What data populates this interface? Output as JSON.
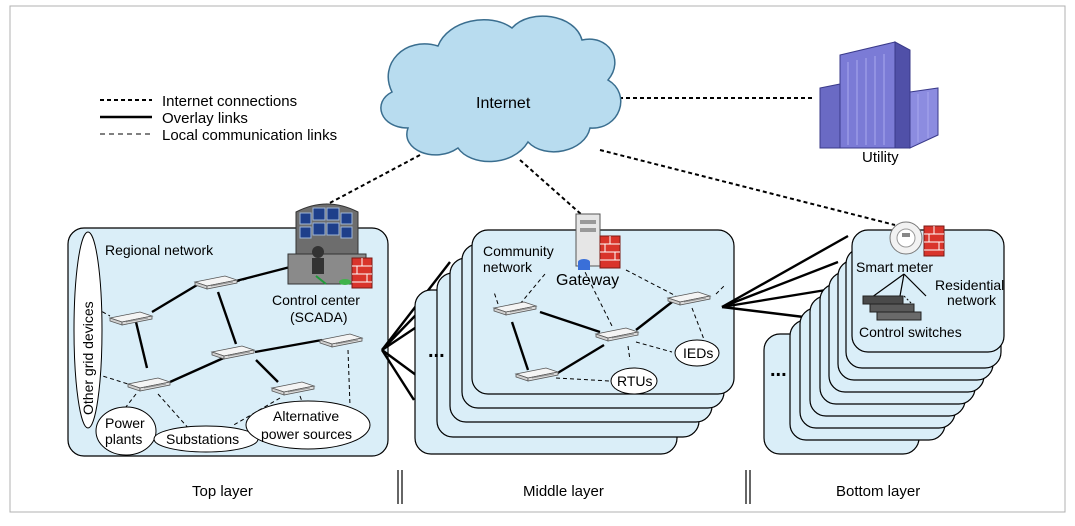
{
  "legend": {
    "internet": "Internet connections",
    "overlay": "Overlay links",
    "local": "Local communication links"
  },
  "cloud_label": "Internet",
  "utility_label": "Utility",
  "top": {
    "network_label": "Regional network",
    "control_center_line1": "Control center",
    "control_center_line2": "(SCADA)",
    "other_grid": "Other grid devices",
    "power_line1": "Power",
    "power_line2": "plants",
    "substations": "Substations",
    "alt_line1": "Alternative",
    "alt_line2": "power sources"
  },
  "middle": {
    "network_line1": "Community",
    "network_line2": "network",
    "gateway": "Gateway",
    "ieds": "IEDs",
    "rtus": "RTUs",
    "dots": "..."
  },
  "bottom": {
    "smart_meter": "Smart meter",
    "residential_line1": "Residential",
    "residential_line2": "network",
    "control_switches": "Control switches",
    "dots": "..."
  },
  "layers": {
    "top": "Top layer",
    "middle": "Middle layer",
    "bottom": "Bottom layer"
  },
  "colors": {
    "panel_fill": "#daeef8",
    "cloud_fill": "#b8dcef",
    "building": "#7b7bd6",
    "firewall": "#d9342b",
    "frame": "#b0b0b0"
  }
}
